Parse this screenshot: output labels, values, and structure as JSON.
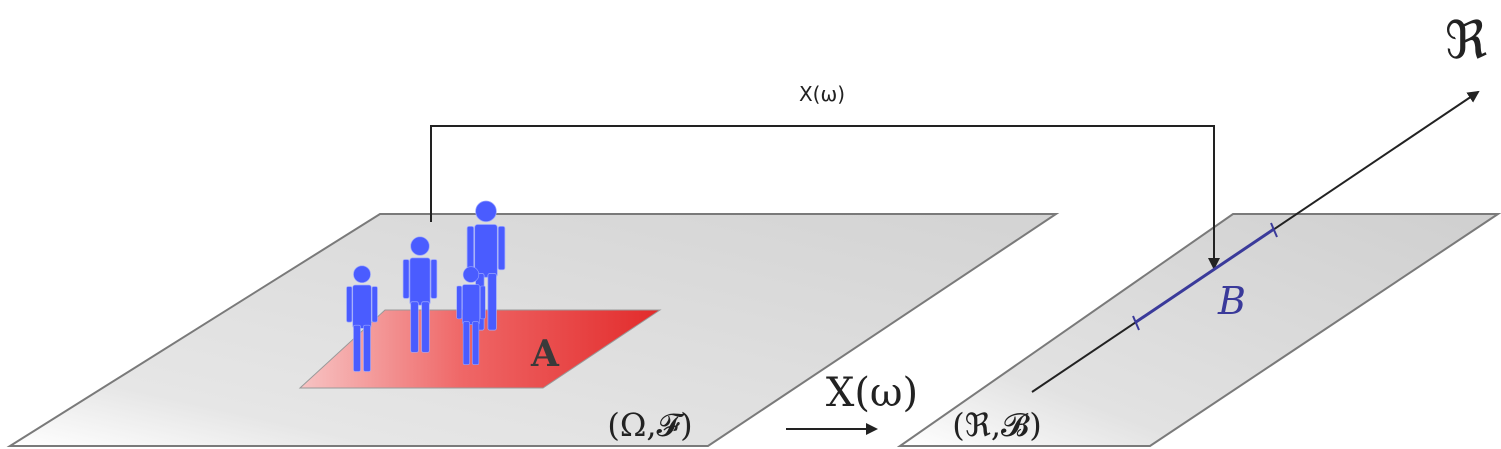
{
  "labels": {
    "map_top": "X(ω)",
    "map_bottom": "X(ω)",
    "set_a": "A",
    "set_b": "B",
    "sample_space": "(Ω,𝓕)",
    "real_space": "(ℜ,𝓑)",
    "real_axis": "ℜ"
  },
  "icons": {
    "people": "person-icon"
  },
  "colors": {
    "plane_fill": "#d9d9d9",
    "plane_edge": "#777777",
    "set_a_fill": "#e83a3a",
    "person_fill": "#4a5cff",
    "set_b_line": "#3a3a9a",
    "arrow": "#222222"
  }
}
